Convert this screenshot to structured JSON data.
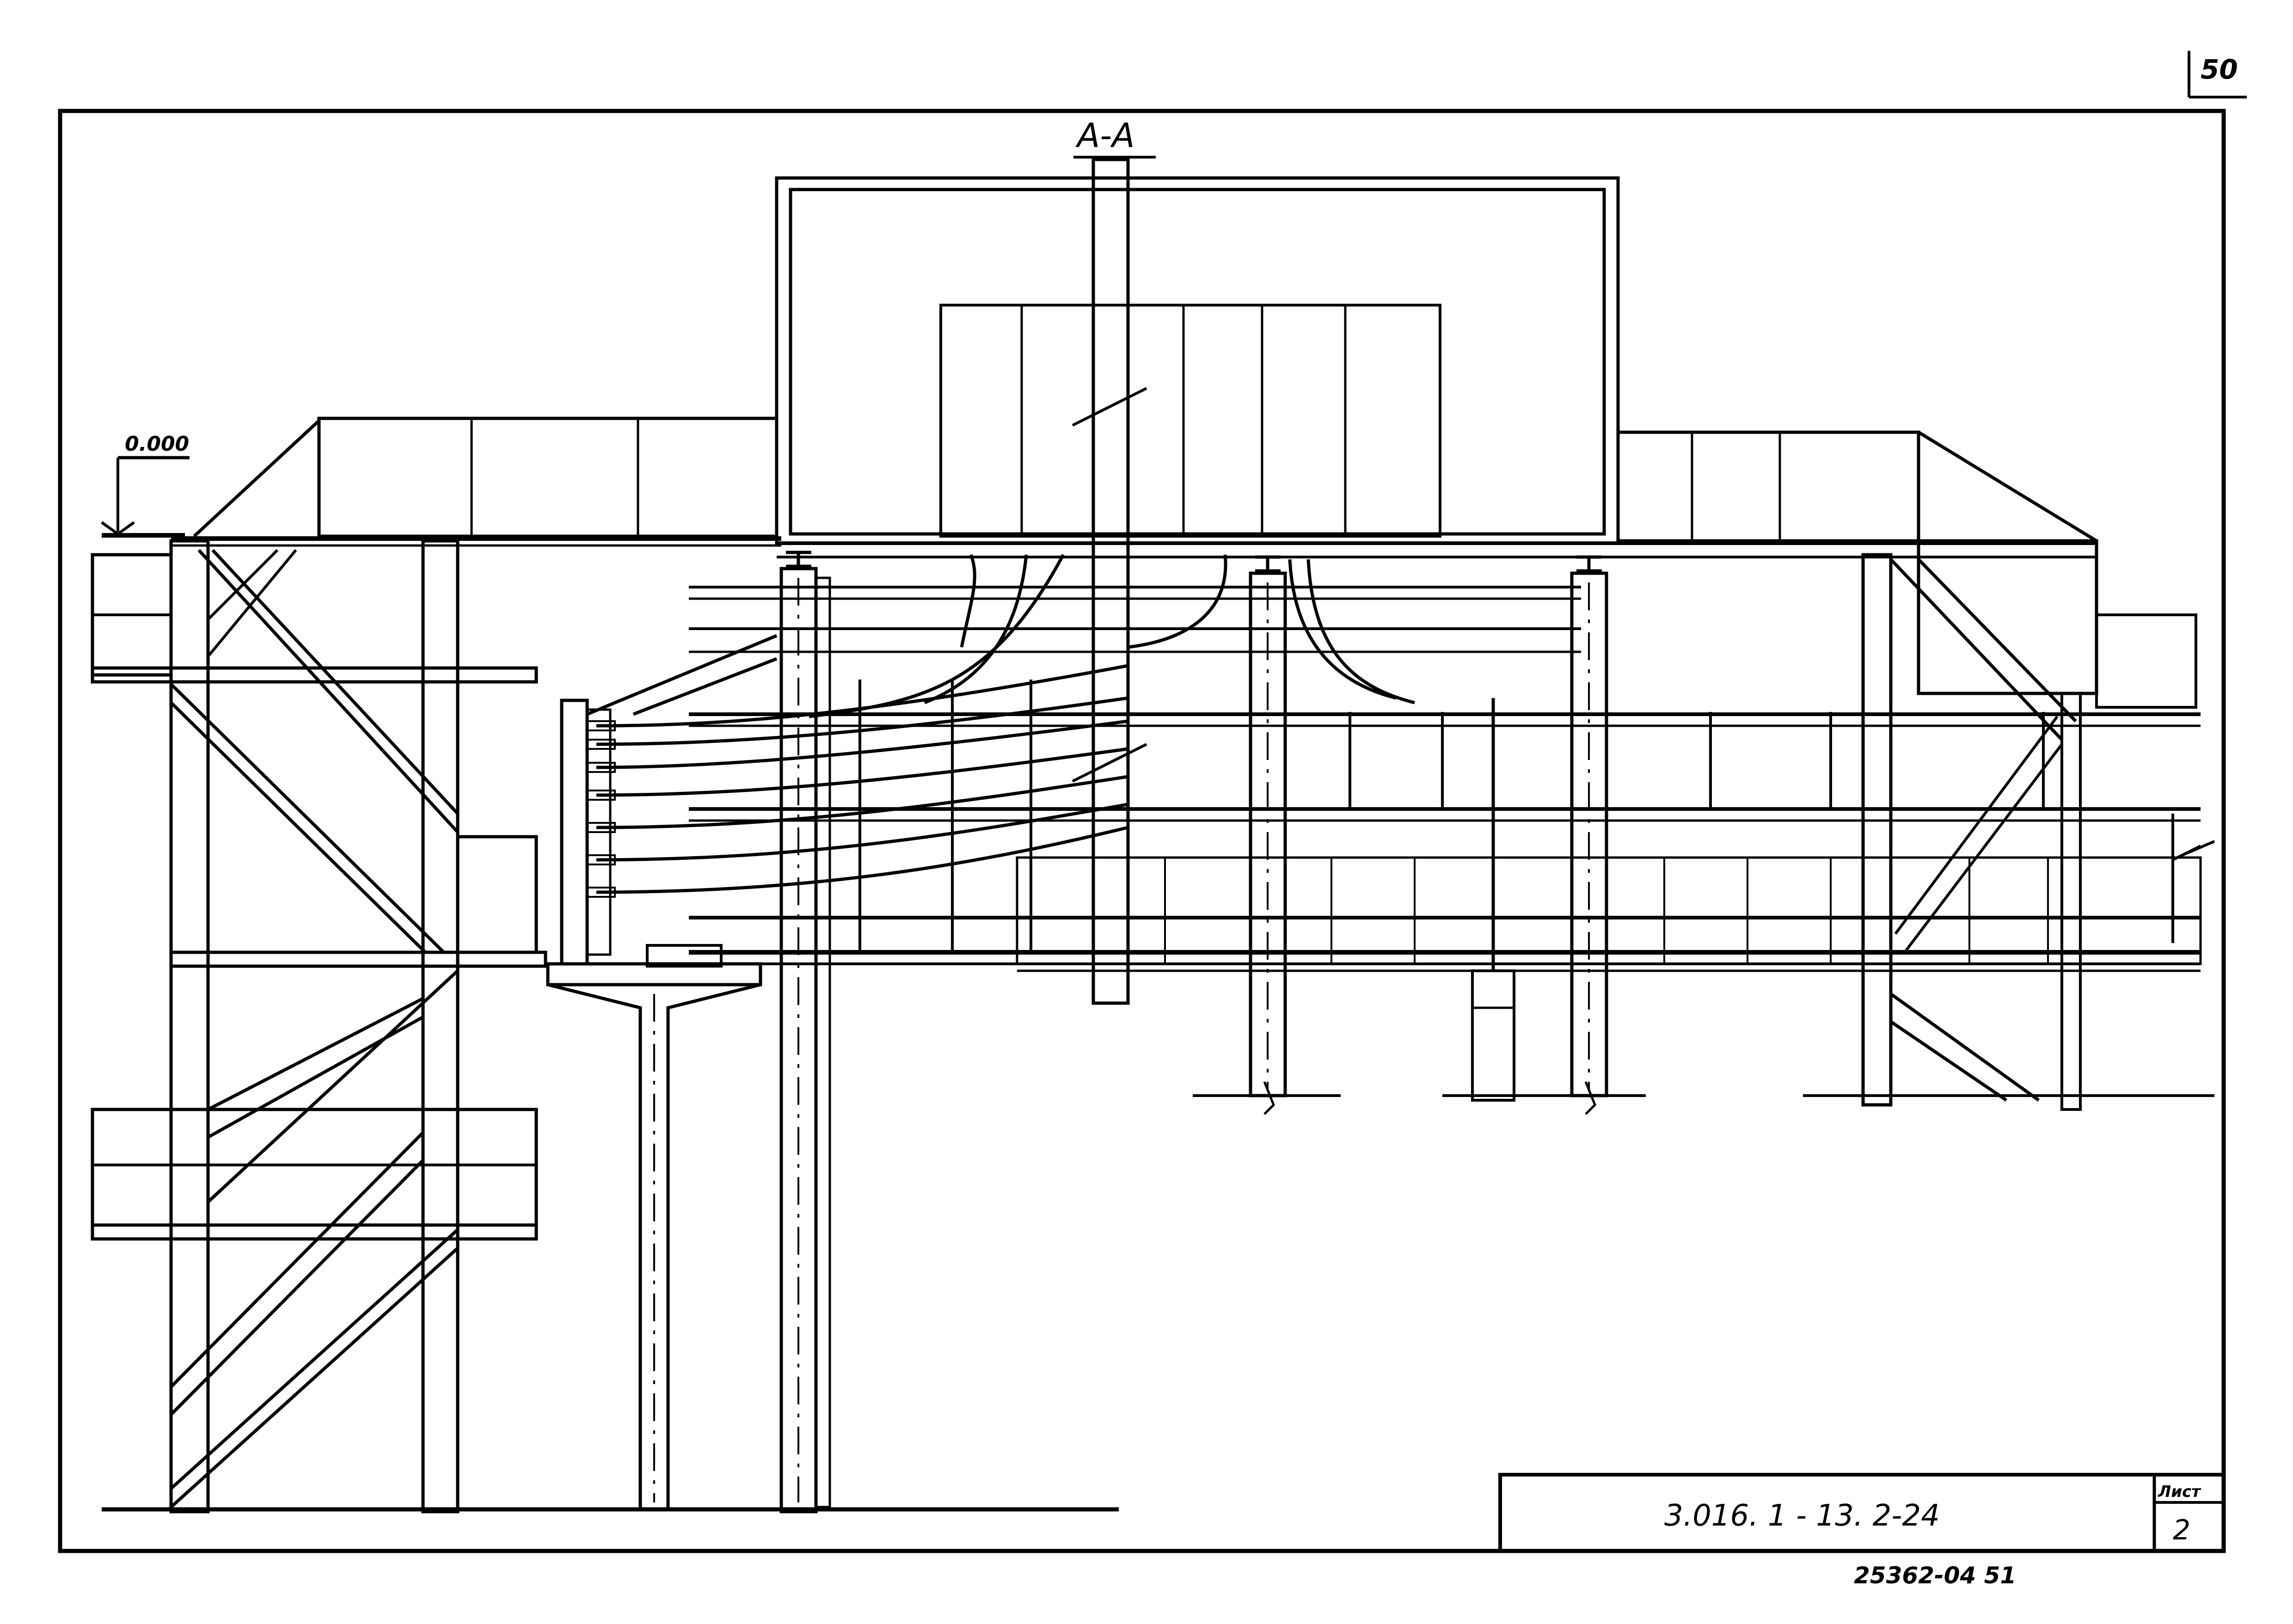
{
  "sheet": {
    "page_number": "50",
    "section_label": "A-A",
    "elevation_mark": "0.000",
    "document_code": "3.016. 1 - 13.   2-24",
    "sheet_label": "Лист",
    "sheet_number": "2",
    "archive_number": "25362-04   51"
  }
}
